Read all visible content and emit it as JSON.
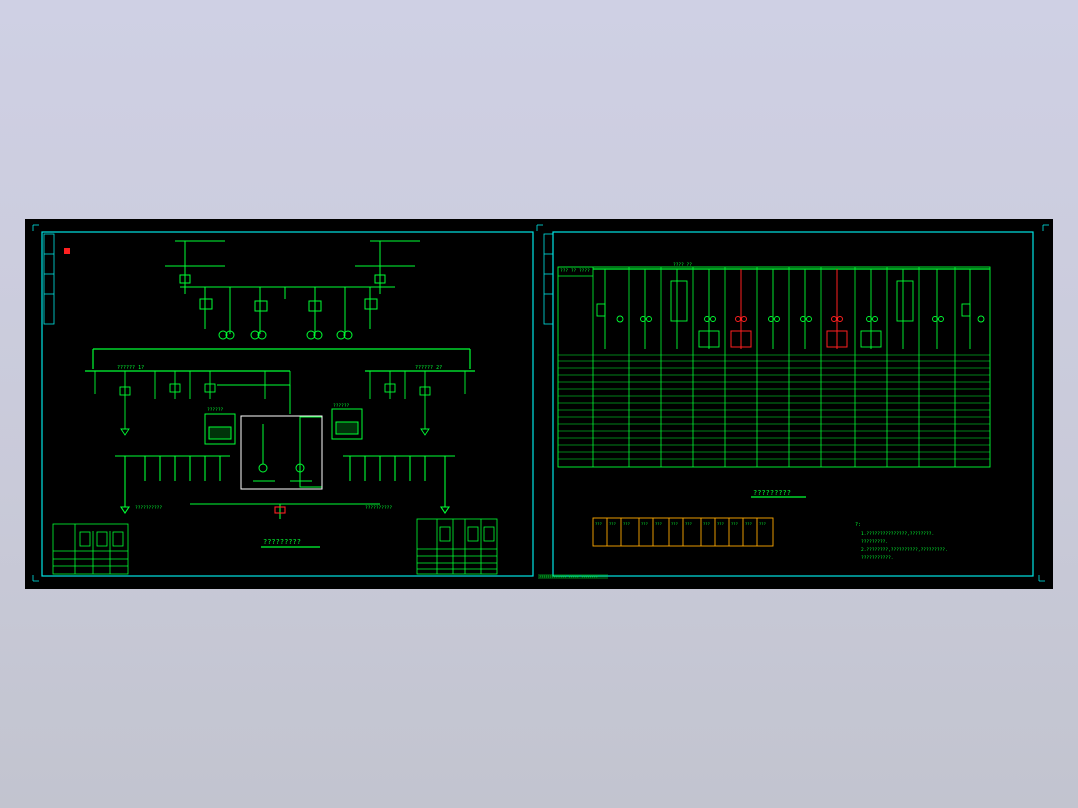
{
  "colors": {
    "background_page": "#cbccdc",
    "viewport": "#000000",
    "frame": "#00e5e5",
    "line": "#00ff33",
    "highlight": "#ff2020",
    "legend_box": "#ffaa00",
    "white": "#ffffff"
  },
  "sheet_left": {
    "title": "?????????",
    "bus_label_left": "?????? 1?",
    "bus_label_right": "?????? 2?",
    "transformer_label_left": "??????",
    "transformer_label_right": "??????",
    "lower_label_left": "??????????",
    "lower_label_right": "??????????"
  },
  "sheet_right": {
    "title": "?????????",
    "header_label": "??? ?? ????",
    "top_bus_label": "???? ??",
    "notes_title": "?:",
    "notes": [
      "1.???????????????,????????.",
      "?????????.",
      "2.????????,??????????,?????????.",
      "???????????."
    ],
    "legend_labels": [
      "???",
      "???",
      "???",
      "???",
      "???",
      "???",
      "???",
      "???",
      "???",
      "???",
      "???",
      "???"
    ],
    "status_strip": "????????????? ????? ????????"
  },
  "icons": {
    "marker": "red-square-marker-icon",
    "origin": "cad-corner-tick-icon"
  }
}
